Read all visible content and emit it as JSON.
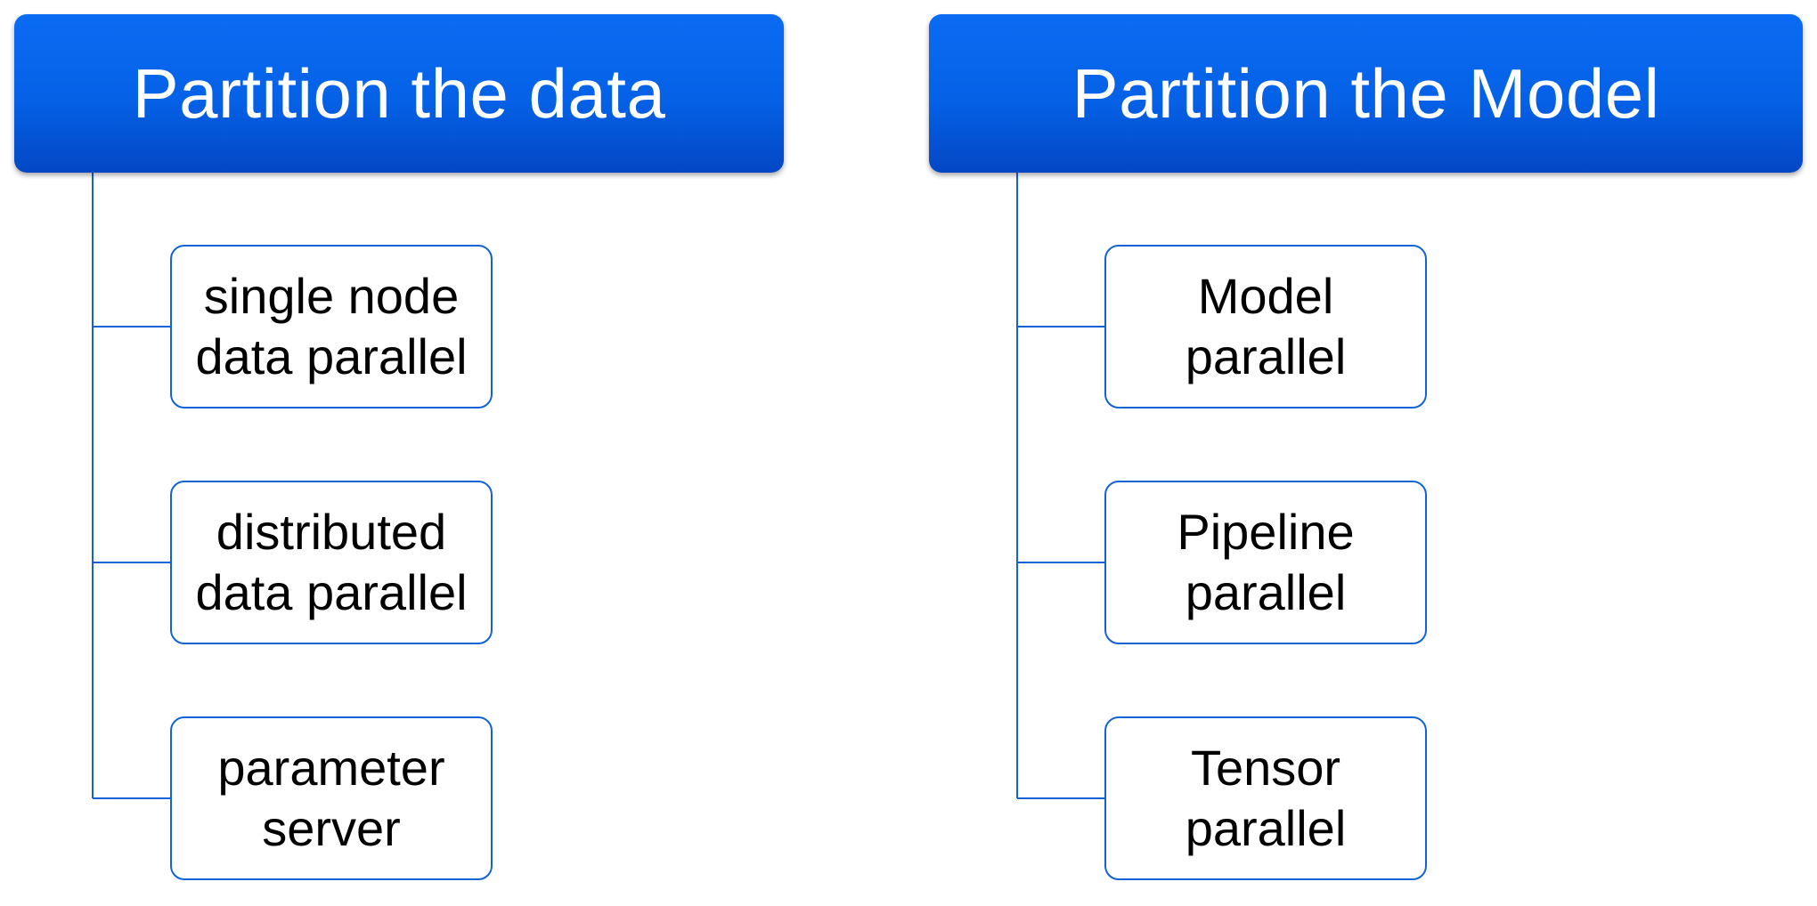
{
  "left_group": {
    "title": "Partition the data",
    "items": [
      {
        "label": "single node\ndata parallel"
      },
      {
        "label": "distributed\ndata parallel"
      },
      {
        "label": "parameter\nserver"
      }
    ]
  },
  "right_group": {
    "title": "Partition the Model",
    "items": [
      {
        "label": "Model\nparallel"
      },
      {
        "label": "Pipeline\nparallel"
      },
      {
        "label": "Tensor\nparallel"
      }
    ]
  },
  "colors": {
    "header_top": "#0a6cf3",
    "header_bottom": "#0347c4",
    "connector": "#1463d6",
    "box_border": "#1463d6"
  }
}
